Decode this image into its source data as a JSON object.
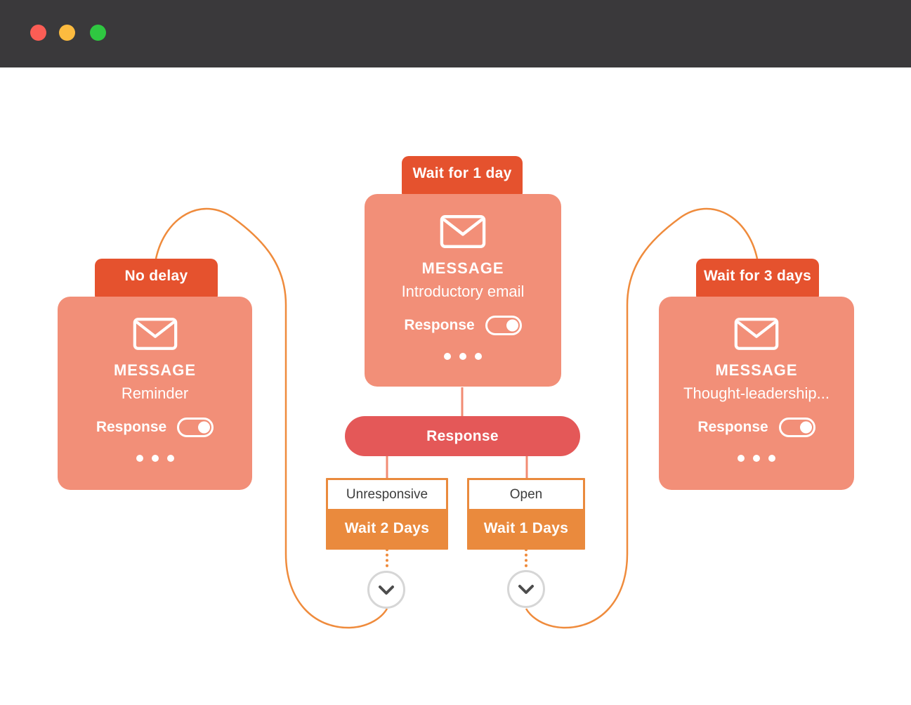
{
  "titlebar": {
    "traffic_lights": [
      {
        "name": "close",
        "color": "#fb5d55"
      },
      {
        "name": "minimize",
        "color": "#fcbb3f"
      },
      {
        "name": "zoom",
        "color": "#2fc741"
      }
    ]
  },
  "colors": {
    "titlebar_bg": "#3a393b",
    "tab_orange": "#e5522e",
    "card_salmon": "#f28f78",
    "pill_red": "#e45858",
    "branch_orange": "#ea8a3d",
    "connector_orange": "#ef8b3c",
    "connector_salmon": "#f28b73",
    "condition_text": "#3d3d3d",
    "chevron_gray": "#4d4d4d",
    "circle_border": "#d6d6d6"
  },
  "cards": [
    {
      "tab": "No delay",
      "type_label": "MESSAGE",
      "subtitle": "Reminder",
      "toggle_label": "Response",
      "toggle_state": "on"
    },
    {
      "tab": "Wait for 1 day",
      "type_label": "MESSAGE",
      "subtitle": "Introductory email",
      "toggle_label": "Response",
      "toggle_state": "on"
    },
    {
      "tab": "Wait for 3 days",
      "type_label": "MESSAGE",
      "subtitle": "Thought-leadership...",
      "toggle_label": "Response",
      "toggle_state": "on"
    }
  ],
  "decision": {
    "label": "Response"
  },
  "branches": [
    {
      "condition": "Unresponsive",
      "action": "Wait 2 Days"
    },
    {
      "condition": "Open",
      "action": "Wait 1 Days"
    }
  ],
  "icons": {
    "envelope": "✉",
    "more_options": "•••",
    "chevron_down": "⌄"
  }
}
